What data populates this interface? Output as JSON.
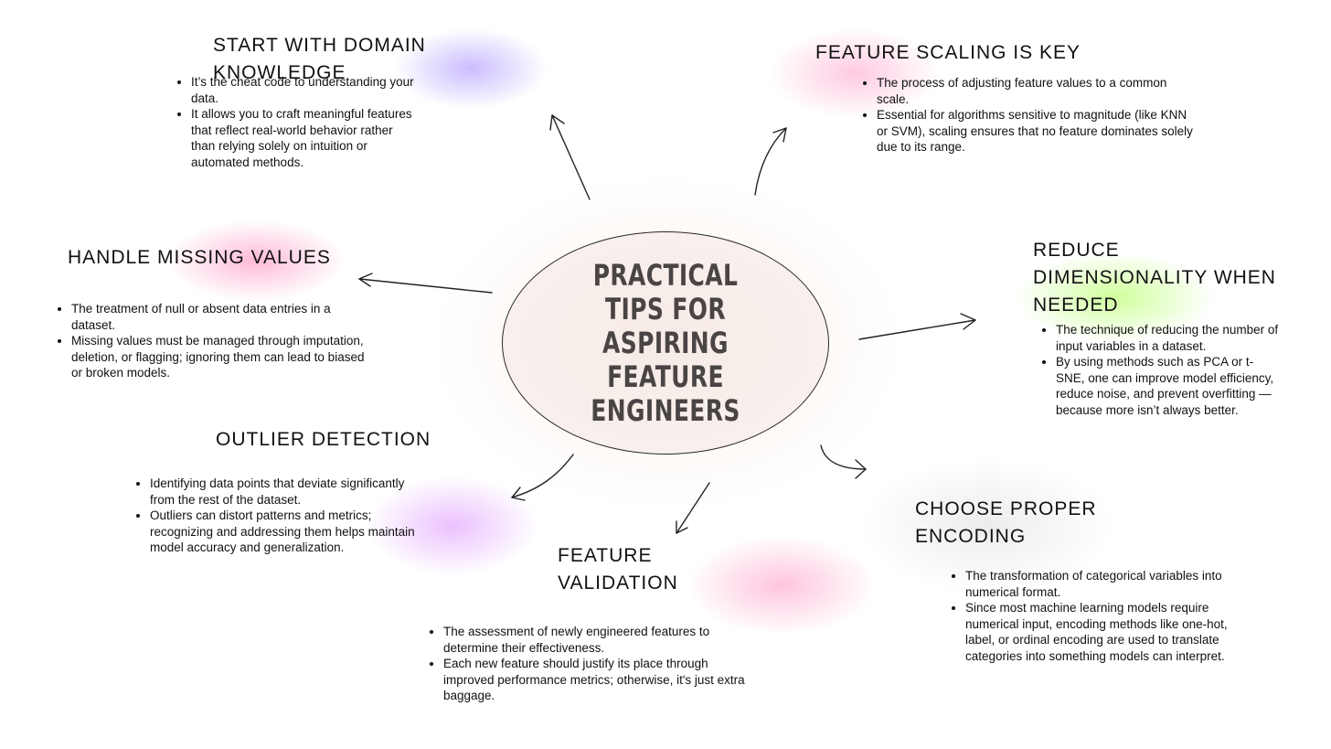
{
  "center": {
    "title": "PRACTICAL TIPS FOR ASPIRING FEATURE ENGINEERS"
  },
  "topics": {
    "domain_knowledge": {
      "heading": "START WITH DOMAIN KNOWLEDGE",
      "bullets": [
        "It’s the cheat code to understanding your data.",
        "It allows you to craft meaningful features that reflect real-world behavior rather than relying solely on intuition or automated methods."
      ]
    },
    "feature_scaling": {
      "heading": "FEATURE SCALING IS KEY",
      "bullets": [
        "The process of adjusting feature values to a common scale.",
        " Essential for algorithms sensitive to magnitude (like KNN or SVM), scaling ensures that no feature dominates solely due to its range."
      ]
    },
    "missing_values": {
      "heading": "HANDLE MISSING VALUES",
      "bullets": [
        "The treatment of null or absent data entries in a dataset.",
        " Missing values must be managed through imputation, deletion, or flagging; ignoring them can lead to biased or broken models."
      ]
    },
    "dimensionality": {
      "heading": "REDUCE DIMENSIONALITY WHEN NEEDED",
      "bullets": [
        "The technique of reducing the number of input variables in a dataset.",
        " By using methods such as PCA or t-SNE, one can improve model efficiency, reduce noise, and prevent overfitting — because more isn’t always better."
      ]
    },
    "outlier_detection": {
      "heading": "OUTLIER DETECTION",
      "bullets": [
        "Identifying data points that deviate significantly from the rest of the dataset.",
        " Outliers can distort patterns and metrics; recognizing and addressing them helps maintain model accuracy and generalization."
      ]
    },
    "feature_validation": {
      "heading": "FEATURE VALIDATION",
      "bullets": [
        "The assessment of newly engineered features to determine their effectiveness.",
        " Each new feature should justify its place through improved performance metrics; otherwise, it's just extra baggage."
      ]
    },
    "encoding": {
      "heading": "CHOOSE PROPER ENCODING",
      "bullets": [
        "The transformation of categorical variables into numerical format.",
        " Since most machine learning models require numerical input, encoding methods like one-hot, label, or ordinal encoding are used to translate categories into something models can interpret."
      ]
    }
  },
  "colors": {
    "text": "#111111",
    "center_text": "#4a4545",
    "violet_glow": "#b9a6ff",
    "pink_glow": "#ff9ec8",
    "green_glow": "#c6ff8a",
    "magenta_glow": "#e2a6ff",
    "grey_glow": "#d6d6d6"
  }
}
